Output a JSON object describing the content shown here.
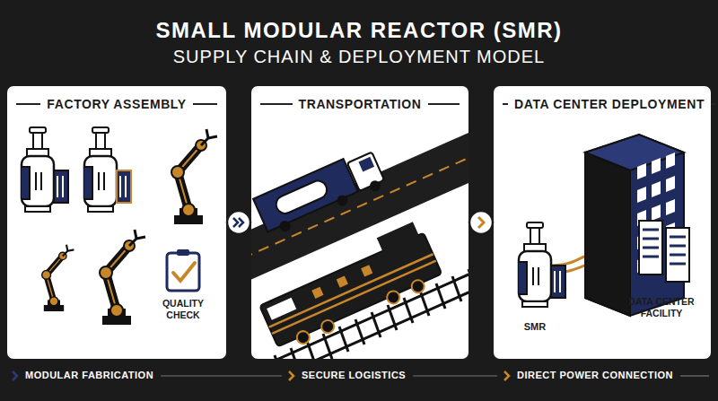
{
  "diagram": {
    "title": "SMALL MODULAR REACTOR (SMR)",
    "nodes": [
      {
        "text": [
          "FACTORY ASSEMBLY"
        ]
      },
      {
        "text": [
          "TRANSPORTATION"
        ]
      },
      {
        "text": [
          "DATA CENTER DEPLOYMENT"
        ]
      }
    ],
    "edges": [
      {
        "from": 0,
        "to": 1,
        "arrow": "to"
      },
      {
        "from": 1,
        "to": 2,
        "arrow": "to"
      }
    ],
    "labels": [
      "SUPPLY CHAIN & DEPLOYMENT MODEL",
      "QUALITY CHECK",
      "SMR",
      "DATA CENTER FACILITY",
      "MODULAR FABRICATION",
      "SECURE LOGISTICS",
      "DIRECT POWER CONNECTION"
    ]
  }
}
